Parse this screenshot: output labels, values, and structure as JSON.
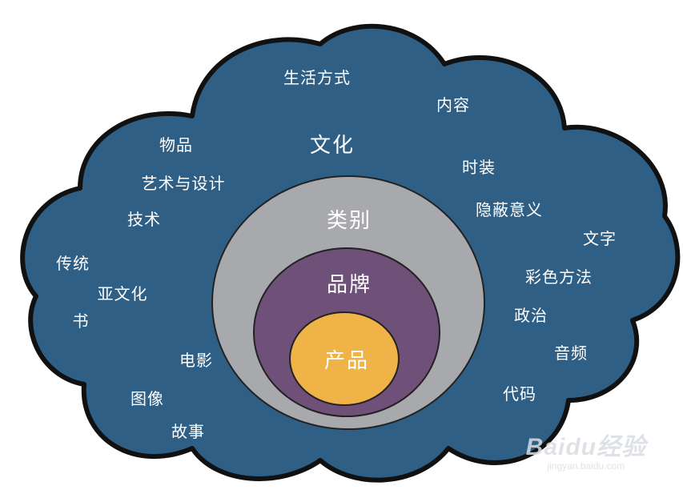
{
  "colors": {
    "cloud_fill": "#2f5f85",
    "cloud_outline": "#111111",
    "ring_category": "#a8a9ad",
    "ring_brand": "#6f5078",
    "ring_product": "#f0b347",
    "text": "#ffffff"
  },
  "rings": {
    "category": "类别",
    "brand": "品牌",
    "product": "产品"
  },
  "culture": "文化",
  "words": {
    "lifestyle": "生活方式",
    "content": "内容",
    "objects": "物品",
    "art_design": "艺术与设计",
    "technology": "技术",
    "fashion": "时装",
    "hidden_meaning": "隐蔽意义",
    "text": "文字",
    "color_method": "彩色方法",
    "tradition": "传统",
    "subculture": "亚文化",
    "books": "书",
    "politics": "政治",
    "music": "音频",
    "film": "电影",
    "code": "代码",
    "image": "图像",
    "story": "故事"
  },
  "watermark": {
    "main": "Baidu经验",
    "sub": "jingyan.baidu.com"
  }
}
